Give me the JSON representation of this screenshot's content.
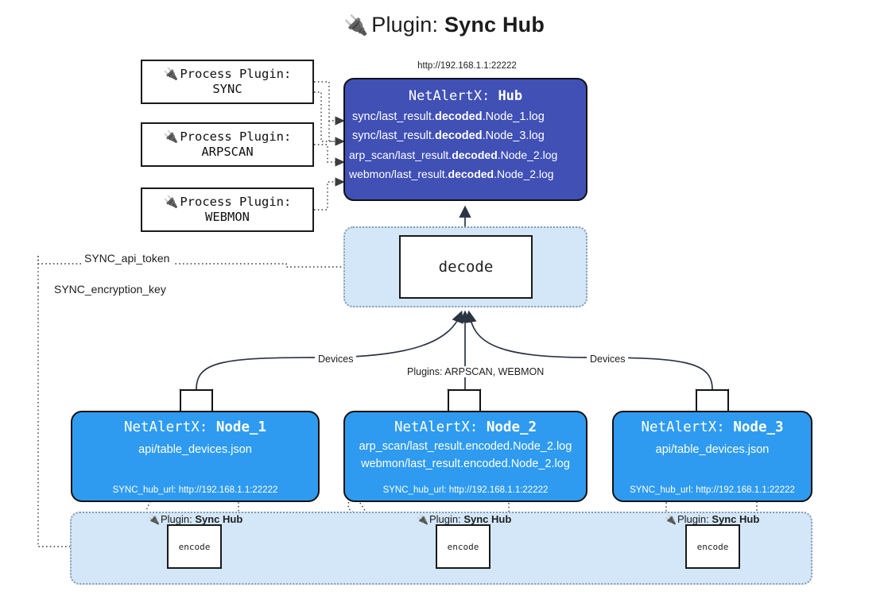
{
  "title": {
    "icon": "plug-icon",
    "glyph": "🔌",
    "label": "Plugin:",
    "name": "Sync Hub"
  },
  "hub": {
    "url": "http://192.168.1.1:22222",
    "title_prefix": "NetAlertX:",
    "title_name": "Hub",
    "loglines": [
      {
        "pre": "sync/last_result.",
        "mid": "decoded",
        "post": ".Node_1.log"
      },
      {
        "pre": "sync/last_result.",
        "mid": "decoded",
        "post": ".Node_3.log"
      },
      {
        "pre": "arp_scan/last_result.",
        "mid": "decoded",
        "post": ".Node_2.log"
      },
      {
        "pre": "webmon/last_result.",
        "mid": "decoded",
        "post": ".Node_2.log"
      }
    ]
  },
  "process_plugins": [
    {
      "line1": "Process Plugin:",
      "line2": "SYNC",
      "glyph": "🔌"
    },
    {
      "line1": "Process Plugin:",
      "line2": "ARPSCAN",
      "glyph": "🔌"
    },
    {
      "line1": "Process Plugin:",
      "line2": "WEBMON",
      "glyph": "🔌"
    }
  ],
  "decode": {
    "box_label": "decode"
  },
  "config_labels": {
    "api_token": "SYNC_api_token",
    "encryption_key": "SYNC_encryption_key"
  },
  "edge_labels": {
    "devices_left": "Devices",
    "devices_right": "Devices",
    "plugins_center": "Plugins: ARPSCAN, WEBMON"
  },
  "nodes": [
    {
      "title_prefix": "NetAlertX:",
      "title_name": "Node_1",
      "lines": [
        "api/table_devices.json"
      ],
      "footer": "SYNC_hub_url: http://192.168.1.1:22222"
    },
    {
      "title_prefix": "NetAlertX:",
      "title_name": "Node_2",
      "lines": [
        "arp_scan/last_result.encoded.Node_2.log",
        "webmon/last_result.encoded.Node_2.log"
      ],
      "footer": "SYNC_hub_url: http://192.168.1.1:22222"
    },
    {
      "title_prefix": "NetAlertX:",
      "title_name": "Node_3",
      "lines": [
        "api/table_devices.json"
      ],
      "footer": "SYNC_hub_url: http://192.168.1.1:22222"
    }
  ],
  "encoders": [
    {
      "tag_label": "Plugin:",
      "tag_name": "Sync Hub",
      "box_label": "encode",
      "glyph": "🔌"
    },
    {
      "tag_label": "Plugin:",
      "tag_name": "Sync Hub",
      "box_label": "encode",
      "glyph": "🔌"
    },
    {
      "tag_label": "Plugin:",
      "tag_name": "Sync Hub",
      "box_label": "encode",
      "glyph": "🔌"
    }
  ],
  "colors": {
    "hub_fill": "#4050b5",
    "node_fill": "#2e9bf0",
    "cluster_fill": "#d3e7f8",
    "outline": "#121212",
    "background": "#ffffff"
  }
}
